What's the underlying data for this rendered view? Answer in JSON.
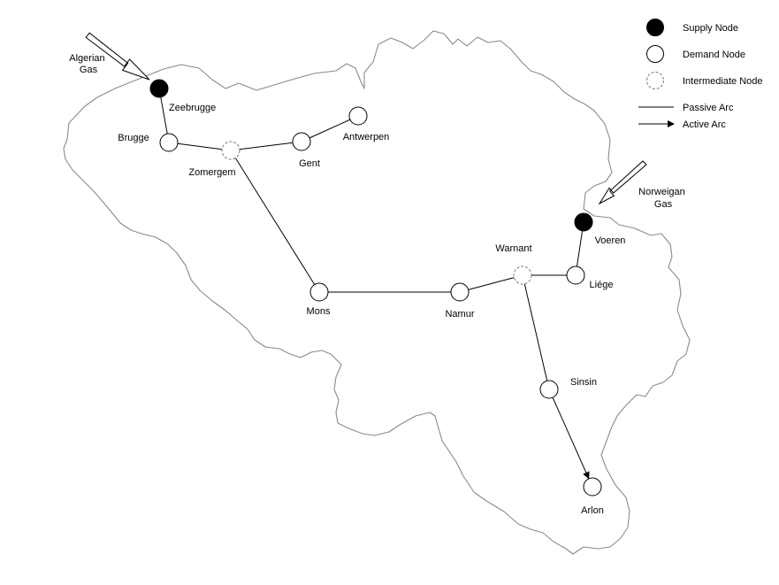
{
  "inflows": {
    "algerian": [
      "Algerian",
      "Gas"
    ],
    "norwegian": [
      "Norweigan",
      "Gas"
    ]
  },
  "nodes": [
    {
      "id": "zeebrugge",
      "label": "Zeebrugge",
      "type": "supply"
    },
    {
      "id": "brugge",
      "label": "Brugge",
      "type": "demand"
    },
    {
      "id": "zomergem",
      "label": "Zomergem",
      "type": "intermediate"
    },
    {
      "id": "gent",
      "label": "Gent",
      "type": "demand"
    },
    {
      "id": "antwerpen",
      "label": "Antwerpen",
      "type": "demand"
    },
    {
      "id": "mons",
      "label": "Mons",
      "type": "demand"
    },
    {
      "id": "namur",
      "label": "Namur",
      "type": "demand"
    },
    {
      "id": "warnant",
      "label": "Warnant",
      "type": "intermediate"
    },
    {
      "id": "liege",
      "label": "Liége",
      "type": "demand"
    },
    {
      "id": "voeren",
      "label": "Voeren",
      "type": "supply"
    },
    {
      "id": "sinsin",
      "label": "Sinsin",
      "type": "demand"
    },
    {
      "id": "arlon",
      "label": "Arlon",
      "type": "demand"
    }
  ],
  "arcs": [
    {
      "from": "zeebrugge",
      "to": "brugge",
      "type": "passive"
    },
    {
      "from": "brugge",
      "to": "zomergem",
      "type": "passive"
    },
    {
      "from": "zomergem",
      "to": "gent",
      "type": "passive"
    },
    {
      "from": "gent",
      "to": "antwerpen",
      "type": "passive"
    },
    {
      "from": "zomergem",
      "to": "mons",
      "type": "passive"
    },
    {
      "from": "mons",
      "to": "namur",
      "type": "passive"
    },
    {
      "from": "namur",
      "to": "warnant",
      "type": "passive"
    },
    {
      "from": "warnant",
      "to": "liege",
      "type": "passive"
    },
    {
      "from": "liege",
      "to": "voeren",
      "type": "passive"
    },
    {
      "from": "warnant",
      "to": "sinsin",
      "type": "passive"
    },
    {
      "from": "sinsin",
      "to": "arlon",
      "type": "active"
    }
  ],
  "legend": {
    "supply": "Supply Node",
    "demand": "Demand Node",
    "intermediate": "Intermediate Node",
    "passive": "Passive Arc",
    "active": "Active Arc"
  }
}
